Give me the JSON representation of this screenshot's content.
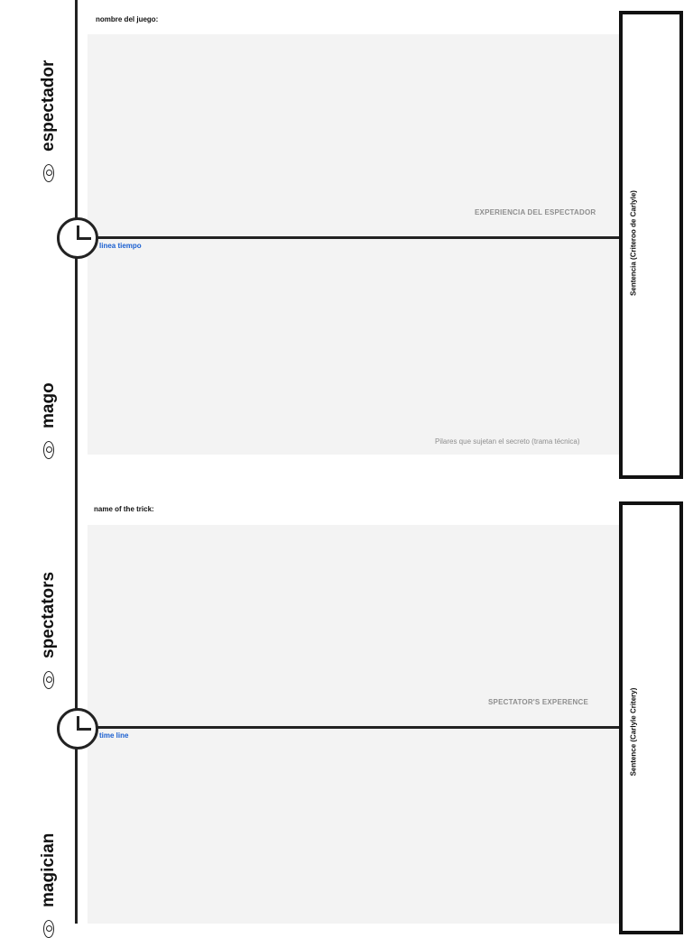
{
  "top": {
    "game_name_label": "nombre del juego:",
    "spectator_experience": "EXPERIENCIA DEL ESPECTADOR",
    "timeline_label": "linea tiempo",
    "pillars_label": "Pilares que sujetan el secreto (trama técnica)",
    "sentence_label": "Sentencia (Criteroo de Carlyle)",
    "role_top": "espectador",
    "role_bottom": "mago"
  },
  "bottom": {
    "game_name_label": "name of the trick:",
    "spectator_experience": "SPECTATOR'S EXPERENCE",
    "timeline_label": "time line",
    "sentence_label": "Sentence (Carlyle Critery)",
    "role_top": "spectators",
    "role_bottom": "magician"
  },
  "icons": {
    "eye": "eye-icon",
    "clock": "clock-icon"
  },
  "colors": {
    "accent_blue": "#1a5fd0",
    "panel_grey": "#f3f3f3",
    "muted_text": "#8e8e8e",
    "line": "#222222"
  }
}
